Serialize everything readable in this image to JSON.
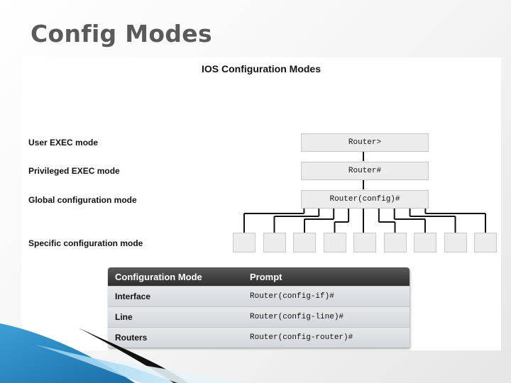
{
  "slide": {
    "title": "Config Modes"
  },
  "diagram": {
    "title": "IOS Configuration Modes",
    "modes": [
      {
        "label": "User EXEC mode",
        "prompt": "Router>"
      },
      {
        "label": "Privileged EXEC mode",
        "prompt": "Router#"
      },
      {
        "label": "Global configuration mode",
        "prompt": "Router(config)#"
      },
      {
        "label": "Specific configuration mode",
        "prompt": ""
      }
    ],
    "leaf_count": 9
  },
  "table": {
    "headers": [
      "Configuration Mode",
      "Prompt"
    ],
    "rows": [
      {
        "mode": "Interface",
        "prompt": "Router(config-if)#"
      },
      {
        "mode": "Line",
        "prompt": "Router(config-line)#"
      },
      {
        "mode": "Routers",
        "prompt": "Router(config-router)#"
      }
    ]
  }
}
